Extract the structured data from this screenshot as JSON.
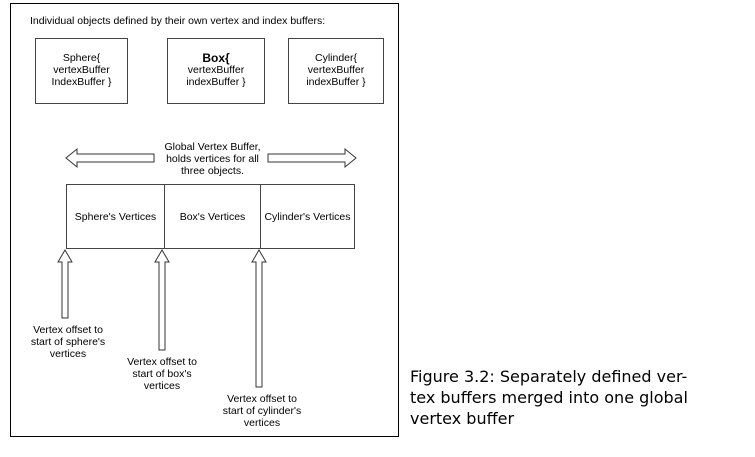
{
  "figure": {
    "header": "Individual objects defined by their own  vertex and index buffers:",
    "objects": [
      {
        "title": "Sphere{",
        "line2": "vertexBuffer",
        "line3": "IndexBuffer }"
      },
      {
        "title": "Box{",
        "line2": "vertexBuffer",
        "line3": "indexBuffer }"
      },
      {
        "title": "Cylinder{",
        "line2": "vertexBuffer",
        "line3": "indexBuffer }"
      }
    ],
    "global_label": [
      "Global Vertex Buffer,",
      "holds vertices for all",
      "three objects."
    ],
    "segments": [
      "Sphere's Vertices",
      "Box's Vertices",
      "Cylinder's Vertices"
    ],
    "offsets": [
      [
        "Vertex offset to",
        "start of sphere's",
        "vertices"
      ],
      [
        "Vertex offset to",
        "start of box's",
        "vertices"
      ],
      [
        "Vertex offset to",
        "start of cylinder's",
        "vertices"
      ]
    ]
  },
  "caption": [
    "Figure 3.2: Separately defined ver-",
    "tex buffers merged into one global",
    "vertex buffer"
  ]
}
